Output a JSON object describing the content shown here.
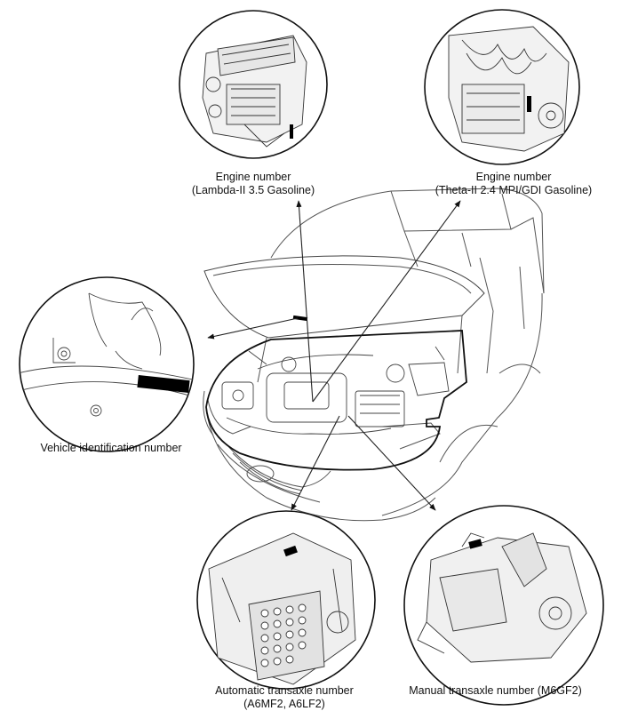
{
  "labels": {
    "engine_lambda": {
      "line1": "Engine number",
      "line2": "(Lambda-II 3.5 Gasoline)"
    },
    "engine_theta": {
      "line1": "Engine number",
      "line2": "(Theta-II 2.4 MPI/GDI Gasoline)"
    },
    "vin": {
      "line1": "Vehicle identification number"
    },
    "auto_trans": {
      "line1": "Automatic transaxle number",
      "line2": "(A6MF2, A6LF2)"
    },
    "manual_trans": {
      "line1": "Manual transaxle number (M6GF2)"
    }
  },
  "colors": {
    "line": "#333333",
    "stroke": "#111111",
    "marker": "#000000",
    "bg": "#ffffff"
  }
}
